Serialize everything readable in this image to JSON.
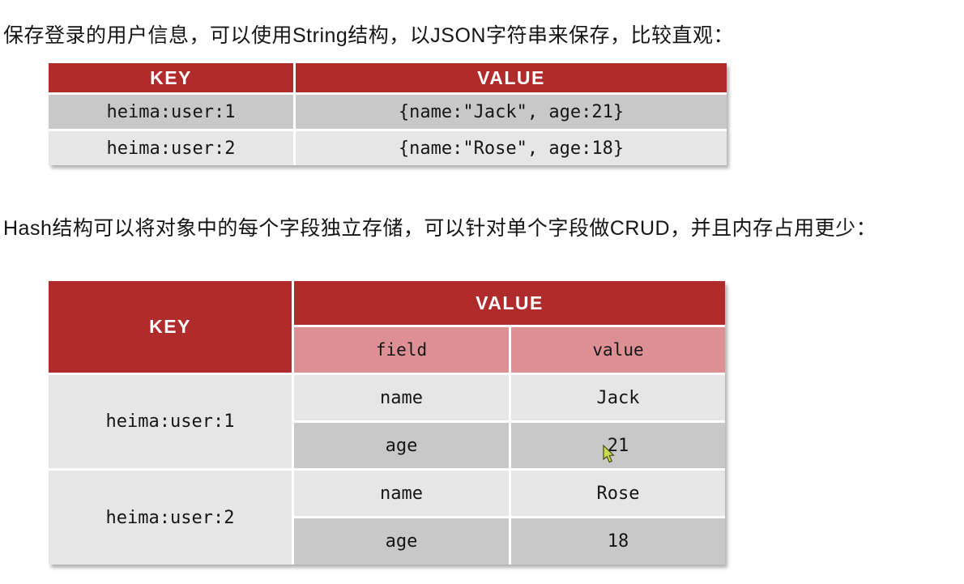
{
  "page": {
    "intro_string": "保存登录的用户信息，可以使用String结构，以JSON字符串来保存，比较直观：",
    "intro_hash": "Hash结构可以将对象中的每个字段独立存储，可以针对单个字段做CRUD，并且内存占用更少："
  },
  "colors": {
    "header_red": "#b02b2c",
    "subheader_pink": "#dd9093",
    "row_light": "#e7e6e7",
    "row_dark": "#c9c8c8",
    "cursor_fill": "#c9da4d",
    "cursor_outline": "#4a4a18"
  },
  "string_table": {
    "headers": {
      "key": "KEY",
      "value": "VALUE"
    },
    "rows": [
      {
        "key": "heima:user:1",
        "value": "{name:\"Jack\", age:21}"
      },
      {
        "key": "heima:user:2",
        "value": "{name:\"Rose\", age:18}"
      }
    ]
  },
  "hash_table": {
    "key_header": "KEY",
    "value_header": "VALUE",
    "sub_headers": {
      "field": "field",
      "value": "value"
    },
    "groups": [
      {
        "key": "heima:user:1",
        "fields": [
          {
            "field": "name",
            "value": "Jack"
          },
          {
            "field": "age",
            "value": "21"
          }
        ]
      },
      {
        "key": "heima:user:2",
        "fields": [
          {
            "field": "name",
            "value": "Rose"
          },
          {
            "field": "age",
            "value": "18"
          }
        ]
      }
    ]
  },
  "cursor": {
    "name": "mouse-pointer"
  }
}
